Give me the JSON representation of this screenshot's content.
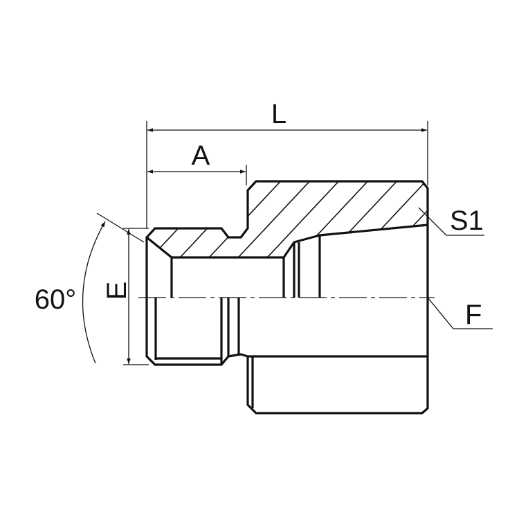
{
  "drawing": {
    "labels": {
      "length": "L",
      "thread_length": "A",
      "thread_diameter": "E",
      "angle": "60°",
      "seal_face": "S1",
      "female_thread": "F"
    },
    "line_color": "#111111"
  }
}
